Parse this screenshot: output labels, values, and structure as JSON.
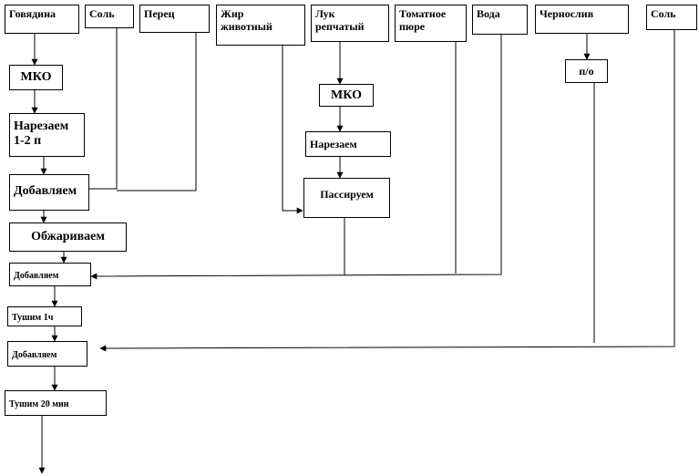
{
  "nodes": {
    "govyadina": "Говядина",
    "sol_1": "Соль",
    "perets": "Перец",
    "zhir": "Жир\nживотный",
    "luk": "Лук\nрепчатый",
    "tomatnoe_pyure": "Томатное\nпюре",
    "voda": "Вода",
    "chernosliv": "Чернослив",
    "sol_2": "Соль",
    "mko_1": "МКО",
    "narezaem_1": "Нарезаем\n1-2 п",
    "mko_2": "МКО",
    "narezaem_2": "Нарезаем",
    "po": "п/о",
    "dobavlyaem_1": "Добавляем",
    "passiruem": "Пассируем",
    "obzharivaem": "Обжариваем",
    "dobavlyaem_2": "Добавляем",
    "tushim_1": "Тушим 1ч",
    "dobavlyaem_3": "Добавляем",
    "tushim_2": "Тушим 20 мин"
  }
}
